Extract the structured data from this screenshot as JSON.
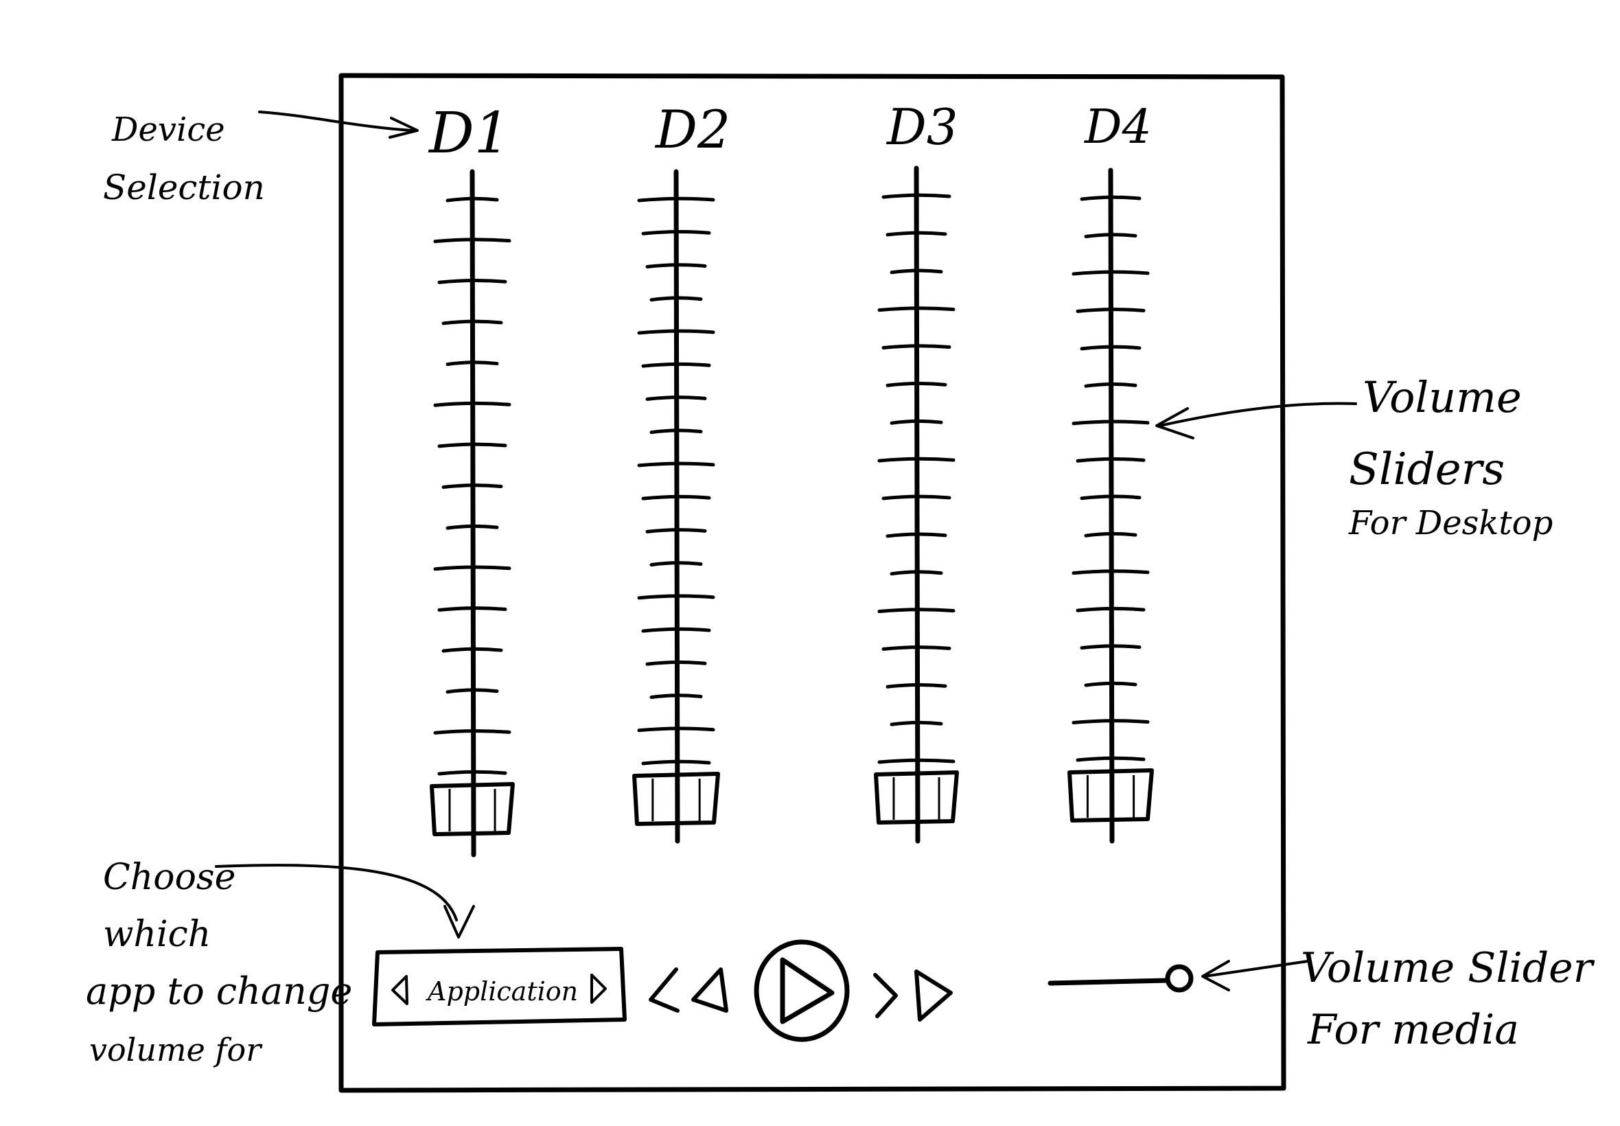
{
  "devices": [
    {
      "label": "D1"
    },
    {
      "label": "D2"
    },
    {
      "label": "D3"
    },
    {
      "label": "D4"
    }
  ],
  "media": {
    "application_label": "Application",
    "prev_glyph": "◁",
    "next_glyph": "▷"
  },
  "annotations": {
    "device_selection": [
      "Device",
      "Selection"
    ],
    "volume_sliders": [
      "Volume",
      "Sliders",
      "For Desktop"
    ],
    "choose_app": [
      "Choose",
      "which",
      "app to change",
      "volume for"
    ],
    "media_slider": [
      "Volume Slider",
      "For media"
    ]
  }
}
